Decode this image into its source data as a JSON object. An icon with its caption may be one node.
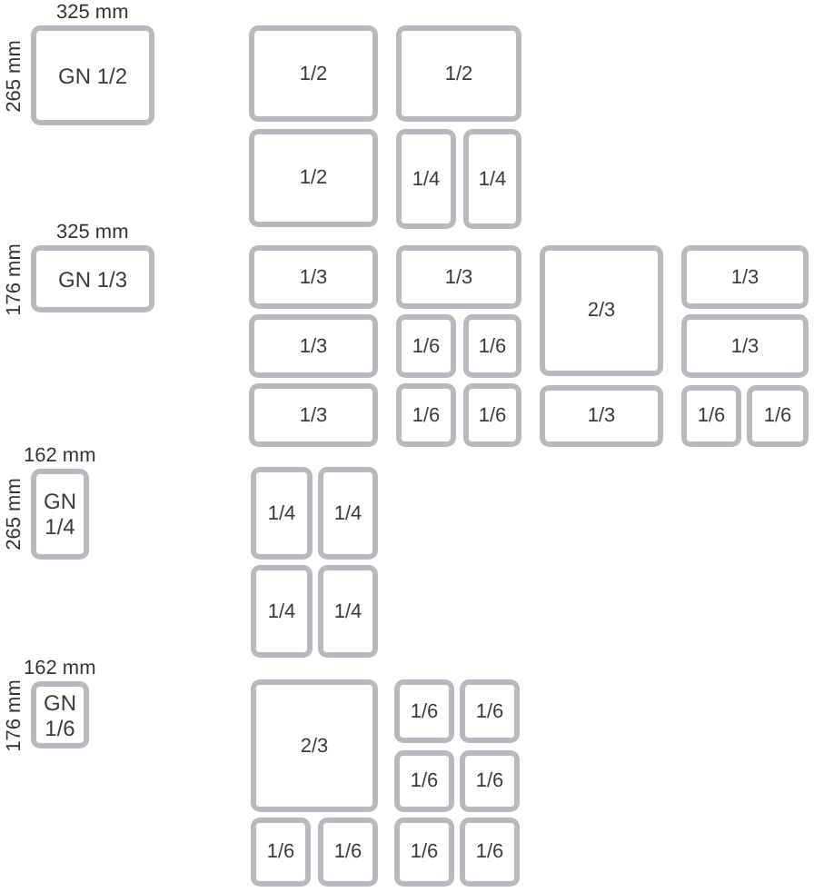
{
  "diagram": {
    "nodes": [
      {
        "text": [
          "GN 1/2"
        ],
        "beside": [
          "325 mm",
          "265 mm"
        ]
      },
      {
        "text": [
          "1/2"
        ]
      },
      {
        "text": [
          "1/2"
        ]
      },
      {
        "text": [
          "1/2"
        ]
      },
      {
        "text": [
          "1/4"
        ]
      },
      {
        "text": [
          "1/4"
        ]
      },
      {
        "text": [
          "GN 1/3"
        ],
        "beside": [
          "325 mm",
          "176 mm"
        ]
      },
      {
        "text": [
          "1/3"
        ]
      },
      {
        "text": [
          "1/3"
        ]
      },
      {
        "text": [
          "2/3"
        ]
      },
      {
        "text": [
          "1/3"
        ]
      },
      {
        "text": [
          "1/3"
        ]
      },
      {
        "text": [
          "1/6"
        ]
      },
      {
        "text": [
          "1/6"
        ]
      },
      {
        "text": [
          "1/3"
        ]
      },
      {
        "text": [
          "1/3"
        ]
      },
      {
        "text": [
          "1/6"
        ]
      },
      {
        "text": [
          "1/6"
        ]
      },
      {
        "text": [
          "1/3"
        ]
      },
      {
        "text": [
          "1/6"
        ]
      },
      {
        "text": [
          "1/6"
        ]
      },
      {
        "text": [
          "GN 1/4"
        ],
        "beside": [
          "162 mm",
          "265 mm"
        ]
      },
      {
        "text": [
          "1/4"
        ]
      },
      {
        "text": [
          "1/4"
        ]
      },
      {
        "text": [
          "1/4"
        ]
      },
      {
        "text": [
          "1/4"
        ]
      },
      {
        "text": [
          "GN 1/6"
        ],
        "beside": [
          "162 mm",
          "176 mm"
        ]
      },
      {
        "text": [
          "2/3"
        ]
      },
      {
        "text": [
          "1/6"
        ]
      },
      {
        "text": [
          "1/6"
        ]
      },
      {
        "text": [
          "1/6"
        ]
      },
      {
        "text": [
          "1/6"
        ]
      },
      {
        "text": [
          "1/6"
        ]
      },
      {
        "text": [
          "1/6"
        ]
      },
      {
        "text": [
          "1/6"
        ]
      },
      {
        "text": [
          "1/6"
        ]
      }
    ]
  }
}
